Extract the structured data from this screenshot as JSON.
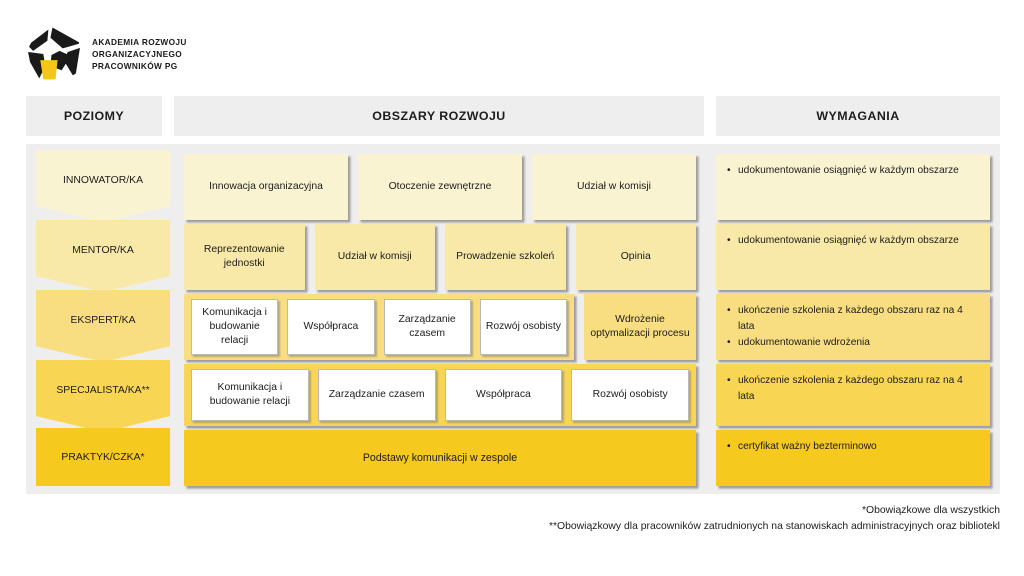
{
  "logo": {
    "name": "akademia-rozwoju-logo",
    "line1": "AKADEMIA ROZWOJU",
    "line2": "ORGANIZACYJNEGO",
    "line3": "PRACOWNIKÓW PG",
    "mark_black": "#1a1a1a",
    "mark_yellow": "#F5C518"
  },
  "header": {
    "levels": "POZIOMY",
    "areas": "OBSZARY ROZWOJU",
    "requirements": "WYMAGANIA"
  },
  "colors": {
    "panel_bg": "#eeeeee",
    "header_bg": "#eeeeee",
    "tier1": "#FAF3D2",
    "tier2": "#F9E9A8",
    "tier3": "#F8DE80",
    "tier4": "#F8D654",
    "tier5": "#F6C91F",
    "card_white": "#ffffff"
  },
  "rows": [
    {
      "level": "INNOWATOR/KA",
      "tier": "tier1",
      "style": "plain",
      "areas": [
        "Innowacja organizacyjna",
        "Otoczenie zewnętrzne",
        "Udział w komisji"
      ],
      "requirements": [
        "udokumentowanie osiągnięć w każdym obszarze"
      ]
    },
    {
      "level": "MENTOR/KA",
      "tier": "tier2",
      "style": "plain",
      "areas": [
        "Reprezentowanie jednostki",
        "Udział w komisji",
        "Prowadzenie szkoleń",
        "Opinia"
      ],
      "requirements": [
        "udokumentowanie osiągnięć w każdym obszarze"
      ]
    },
    {
      "level": "EKSPERT/KA",
      "tier": "tier3",
      "style": "band-with-side",
      "areas": [
        "Komunikacja i budowanie relacji",
        "Współpraca",
        "Zarządzanie czasem",
        "Rozwój osobisty"
      ],
      "side_area": "Wdrożenie optymalizacji procesu",
      "requirements": [
        "ukończenie szkolenia z każdego obszaru raz na 4 lata",
        "udokumentowanie wdrożenia"
      ]
    },
    {
      "level": "SPECJALISTA/KA**",
      "tier": "tier4",
      "style": "band",
      "areas": [
        "Komunikacja i budowanie relacji",
        "Zarządzanie czasem",
        "Współpraca",
        "Rozwój osobisty"
      ],
      "requirements": [
        "ukończenie szkolenia z każdego obszaru raz na 4 lata"
      ]
    },
    {
      "level": "PRAKTYK/CZKA*",
      "tier": "tier5",
      "style": "wide",
      "areas": [
        "Podstawy komunikacji w zespole"
      ],
      "requirements": [
        "certyfikat ważny bezterminowo"
      ]
    }
  ],
  "footnotes": {
    "note1": "*Obowiązkowe dla wszystkich",
    "note2": "**Obowiązkowy dla pracowników zatrudnionych na stanowiskach administracyjnych oraz bibliotekl"
  }
}
